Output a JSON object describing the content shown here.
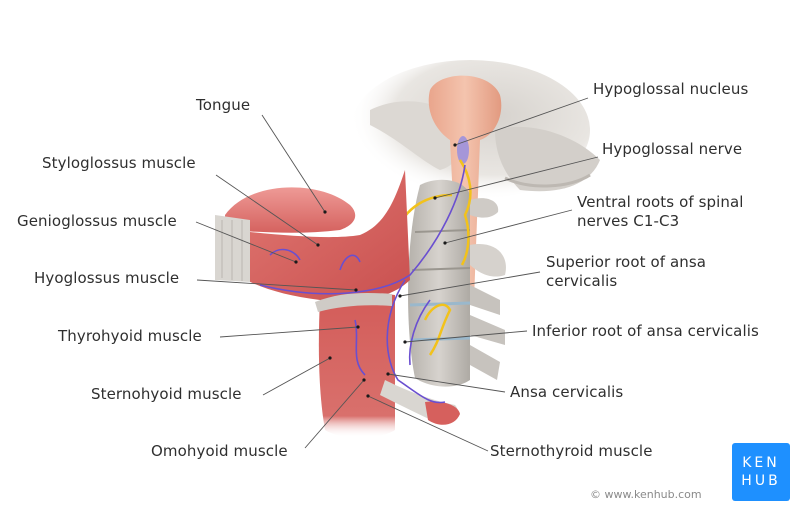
{
  "diagram": {
    "subject": "Hypoglossal nerve and ansa cervicalis with innervated muscles",
    "colors": {
      "muscle": "#d9605e",
      "muscle_light": "#e8908a",
      "bone": "#c9c5c0",
      "nerve_yellow": "#f2c21b",
      "nerve_purple": "#6a4fd0",
      "brainstem": "#f0b49a",
      "leader_line": "#555555",
      "text": "#2f2f2f",
      "logo_bg": "#1e90ff"
    },
    "labels_left": [
      {
        "id": "tongue",
        "text": "Tongue"
      },
      {
        "id": "styloglossus",
        "text": "Styloglossus muscle"
      },
      {
        "id": "genioglossus",
        "text": "Genioglossus muscle"
      },
      {
        "id": "hyoglossus",
        "text": "Hyoglossus muscle"
      },
      {
        "id": "thyrohyoid",
        "text": "Thyrohyoid muscle"
      },
      {
        "id": "sternohyoid",
        "text": "Sternohyoid muscle"
      },
      {
        "id": "omohyoid",
        "text": "Omohyoid muscle"
      }
    ],
    "labels_right": [
      {
        "id": "hypoglossal-nucleus",
        "text": "Hypoglossal nucleus"
      },
      {
        "id": "hypoglossal-nerve",
        "text": "Hypoglossal nerve"
      },
      {
        "id": "ventral-roots",
        "text": "Ventral roots of spinal\nnerves C1-C3"
      },
      {
        "id": "superior-root",
        "text": "Superior root of ansa\ncervicalis"
      },
      {
        "id": "inferior-root",
        "text": "Inferior root of ansa cervicalis"
      },
      {
        "id": "ansa-cervicalis",
        "text": "Ansa cervicalis"
      },
      {
        "id": "sternothyroid",
        "text": "Sternothyroid muscle"
      }
    ]
  },
  "branding": {
    "logo_line1": "KEN",
    "logo_line2": "HUB",
    "copyright": "© www.kenhub.com"
  }
}
